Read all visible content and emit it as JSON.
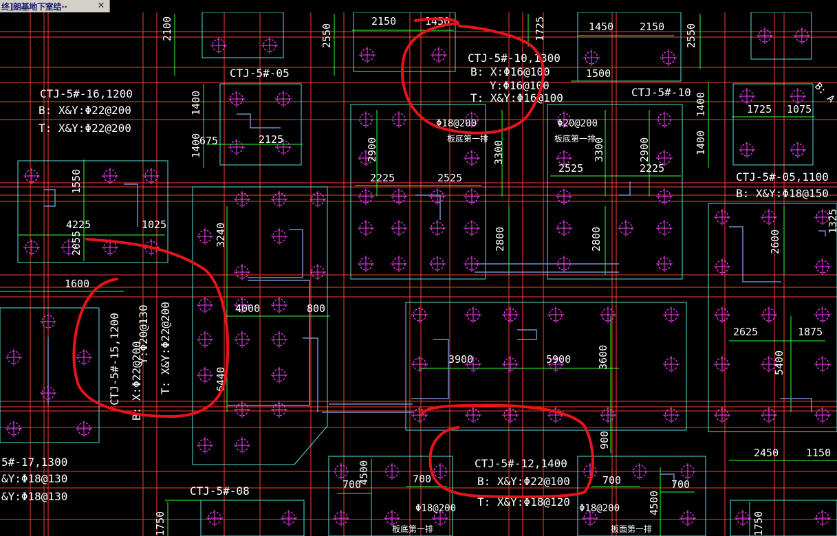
{
  "tab": {
    "title": "终]朗基地下室结··",
    "close_glyph": "✕"
  },
  "notes": {
    "ctj16": {
      "name": "CTJ-5#-16,1200",
      "b": "B: X&Y:Φ22@200",
      "t": "T: X&Y:Φ22@200"
    },
    "ctj10_1300": {
      "name": "CTJ-5#-10,1300",
      "b": "B: X:Φ16@100",
      "y": "Y:Φ16@100",
      "t": "T: X&Y:Φ16@100"
    },
    "ctj05_top": "CTJ-5#-05",
    "ctj10_right": "CTJ-5#-10",
    "ctj05_1100": {
      "name": "CTJ-5#-05,1100",
      "b": "B: X&Y:Φ18@150"
    },
    "ctj15": {
      "name": "CTJ-5#-15,1200",
      "b": "B: X:Φ22@200",
      "y": "Y:Φ20@130",
      "t": "T: X&Y:Φ22@200"
    },
    "ctj17": {
      "name": "5#-17,1300",
      "b": "&Y:Φ18@130",
      "t": "&Y:Φ18@130"
    },
    "ctj08": "CTJ-5#-08",
    "ctj12": {
      "name": "CTJ-5#-12,1400",
      "b": "B: X&Y:Φ22@100",
      "t": "T: X&Y:Φ18@120"
    },
    "b_a": "B: A",
    "rebar_18_a": "Φ18@200",
    "rebar_20": "Φ20@200",
    "rebar_18_b": "Φ18@200",
    "rebar_18_c": "Φ18@200",
    "slab_a": "板底第一排",
    "slab_b": "板底第一排",
    "slab_c": "板底第一排",
    "slab_d": "板面第一排"
  },
  "dims": {
    "d2100": "2100",
    "d2550a": "2550",
    "d2150a": "2150",
    "d1450a": "1450",
    "d1725a": "1725",
    "d1450b": "1450",
    "d2150b": "2150",
    "d2550b": "2550",
    "d1500": "1500",
    "d1400a": "1400",
    "d1400b": "1400",
    "d675": "675",
    "d2125": "2125",
    "d2900a": "2900",
    "d3300a": "3300",
    "d2225a": "2225",
    "d2525a": "2525",
    "d3300b": "3300",
    "d2900b": "2900",
    "d2525b": "2525",
    "d2225b": "2225",
    "d1400c": "1400",
    "d1400d": "1400",
    "d1725b": "1725",
    "d1075": "1075",
    "d1550": "1550",
    "d4225": "4225",
    "d1025": "1025",
    "d2055": "2055",
    "d1600": "1600",
    "d3240": "3240",
    "d4000": "4000",
    "d800": "800",
    "d6440": "6440",
    "d2800a": "2800",
    "d2800b": "2800",
    "d2600": "2600",
    "d1325": "1325",
    "d3900": "3900",
    "d5900": "5900",
    "d3600": "3600",
    "d2625": "2625",
    "d1875": "1875",
    "d5400": "5400",
    "d900": "900",
    "d4500a": "4500",
    "d700a": "700",
    "d700b": "700",
    "d700c": "700",
    "d700d": "700",
    "d4500b": "4500",
    "d2450": "2450",
    "d1150": "1150",
    "d1750a": "1750",
    "d1750b": "1750"
  },
  "colors": {
    "background": "#000000",
    "grid_red": "#ff3b2f",
    "pile_magenta": "#ff40ff",
    "outline_cyan": "#58e0e0",
    "dim_green": "#33ff33",
    "text_white": "#ffffff",
    "markup_red": "#e8141a",
    "rebar_blue": "#7090c8",
    "tab_bg": "#d4d0c8"
  }
}
